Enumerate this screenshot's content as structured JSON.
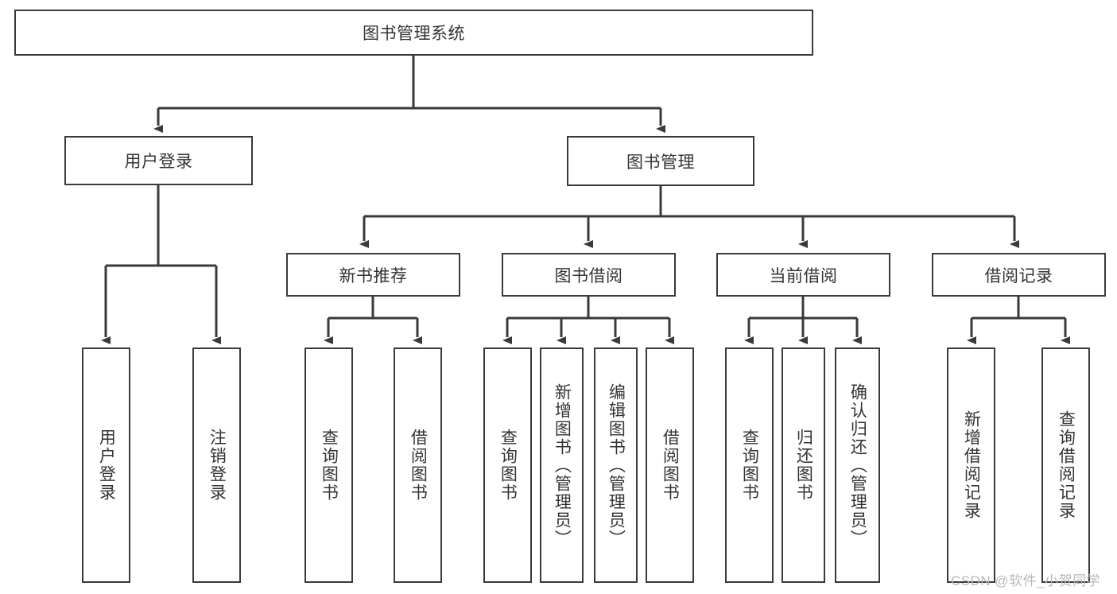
{
  "diagram": {
    "type": "tree-hierarchy-chart",
    "root": {
      "label": "图书管理系统"
    },
    "level2": [
      {
        "label": "用户登录"
      },
      {
        "label": "图书管理"
      }
    ],
    "level3": [
      {
        "label": "新书推荐"
      },
      {
        "label": "图书借阅"
      },
      {
        "label": "当前借阅"
      },
      {
        "label": "借阅记录"
      }
    ],
    "leaves": {
      "user_login": [
        {
          "label": "用户登录"
        },
        {
          "label": "注销登录"
        }
      ],
      "new_book_recommend": [
        {
          "label": "查询图书"
        },
        {
          "label": "借阅图书"
        }
      ],
      "book_borrow": [
        {
          "label": "查询图书"
        },
        {
          "label": "新增图书（管理员）"
        },
        {
          "label": "编辑图书（管理员）"
        },
        {
          "label": "借阅图书"
        }
      ],
      "current_borrow": [
        {
          "label": "查询图书"
        },
        {
          "label": "归还图书"
        },
        {
          "label": "确认归还（管理员）"
        }
      ],
      "borrow_record": [
        {
          "label": "新增借阅记录"
        },
        {
          "label": "查询借阅记录"
        }
      ]
    }
  },
  "watermark": {
    "text": "CSDN @软件_小贺同学"
  },
  "colors": {
    "border": "#3a3a3a",
    "text": "#333333",
    "background": "#ffffff",
    "watermark": "#b9b9b9"
  }
}
